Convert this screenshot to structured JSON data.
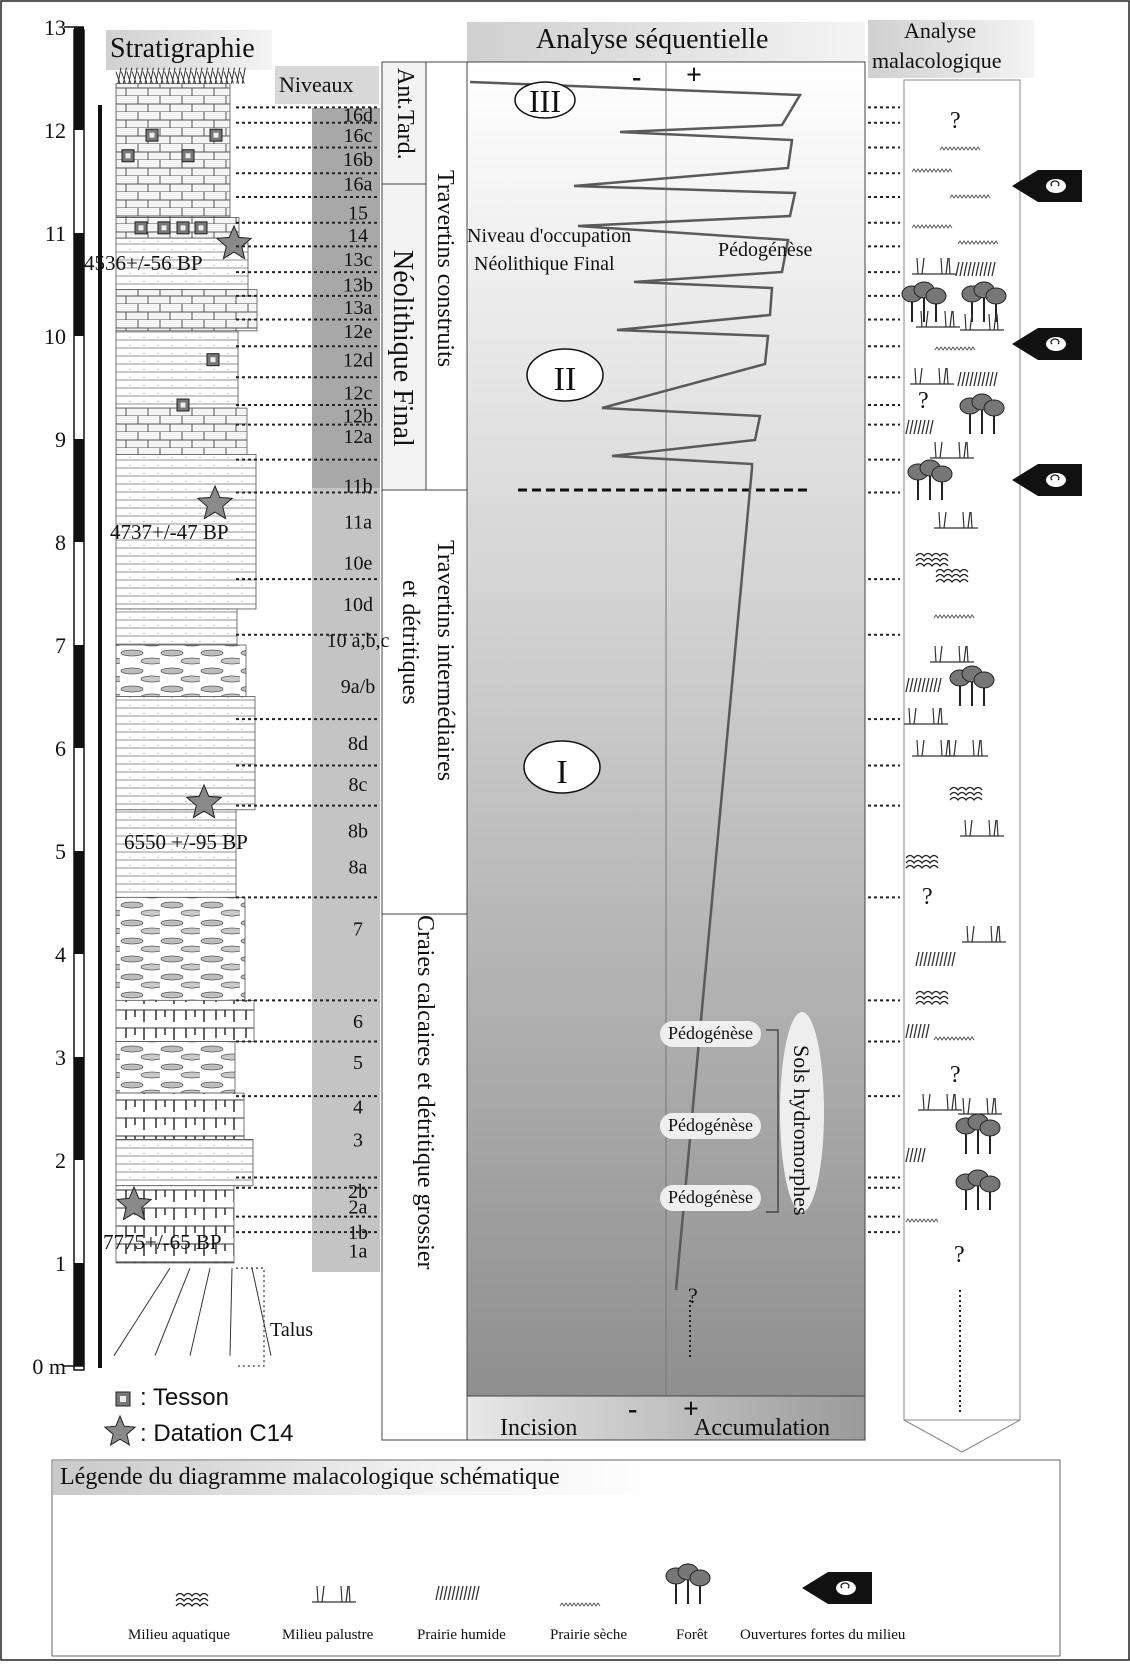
{
  "axis": {
    "ticks": [
      "0 m",
      "1",
      "2",
      "3",
      "4",
      "5",
      "6",
      "7",
      "8",
      "9",
      "10",
      "11",
      "12",
      "13"
    ]
  },
  "headers": {
    "stratigraphie": "Stratigraphie",
    "niveaux": "Niveaux",
    "analyse_sequentielle": "Analyse séquentielle",
    "analyse_malacologique_1": "Analyse",
    "analyse_malacologique_2": "malacologique"
  },
  "periods": {
    "ant_tard": "Ant.Tard.",
    "neolithique_final": "Néolithique Final"
  },
  "facies": {
    "travertins_construits": "Travertins construits",
    "travertins_intermediaires_1": "Travertins intermédiaires",
    "travertins_intermediaires_2": "et détritiques",
    "craies": "Craies calcaires et détritique grossier"
  },
  "levels": [
    "16d",
    "16c",
    "16b",
    "16a",
    "15",
    "14",
    "13c",
    "13b",
    "13a",
    "12e",
    "12d",
    "12c",
    "12b",
    "12a",
    "11b",
    "11a",
    "10e",
    "10d",
    "10 a,b,c",
    "9a/b",
    "8d",
    "8c",
    "8b",
    "8a",
    "7",
    "6",
    "5",
    "4",
    "3",
    "2b",
    "2a",
    "1b",
    "1a"
  ],
  "dates": {
    "d1": "4536+/-56 BP",
    "d2": "4737+/-47 BP",
    "d3": "6550 +/-95 BP",
    "d4": "7775+/-65 BP"
  },
  "talus": "Talus",
  "sequence": {
    "minus": "-",
    "plus": "+",
    "phase_3": "III",
    "phase_2": "II",
    "phase_1": "I",
    "occupation_1": "Niveau d'occupation",
    "occupation_2": "Néolithique Final",
    "pedogenese": "Pédogénèse",
    "pedogenese_pill": "Pédogénèse",
    "sols_hydromorphes": "Sols hydromorphes",
    "question": "?",
    "incision": "Incision",
    "accumulation": "Accumulation"
  },
  "malaco": {
    "question": "?"
  },
  "legend_symbols": {
    "tesson": ": Tesson",
    "datation": ": Datation C14"
  },
  "legend": {
    "title": "Légende du diagramme malacologique schématique",
    "items": [
      "Milieu aquatique",
      "Milieu palustre",
      "Prairie humide",
      "Prairie sèche",
      "Forêt",
      "Ouvertures fortes du milieu"
    ]
  },
  "icons": [
    "tesson-icon",
    "star-icon",
    "aquatic-icon",
    "palustre-icon",
    "prairie-humide-icon",
    "prairie-seche-icon",
    "forest-icon",
    "arrow-snail-icon"
  ]
}
